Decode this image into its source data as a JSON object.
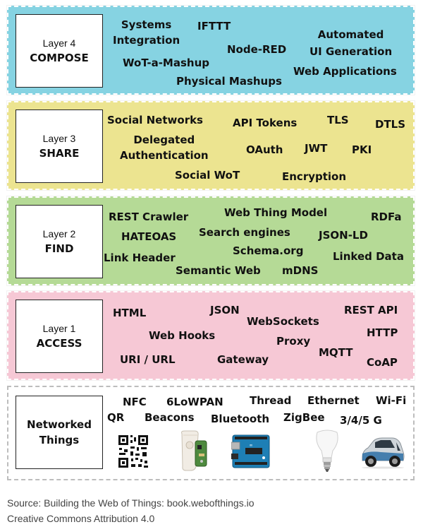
{
  "layers": [
    {
      "id": "layer4",
      "sub": "Layer 4",
      "name": "COMPOSE",
      "color": "#86d3e2",
      "terms": [
        "Systems Integration",
        "IFTTT",
        "Automated UI Generation",
        "Node-RED",
        "WoT-a-Mashup",
        "Physical Mashups",
        "Web Applications"
      ]
    },
    {
      "id": "layer3",
      "sub": "Layer 3",
      "name": "SHARE",
      "color": "#ece490",
      "terms": [
        "Social Networks",
        "API Tokens",
        "TLS",
        "DTLS",
        "Delegated Authentication",
        "OAuth",
        "JWT",
        "PKI",
        "Social WoT",
        "Encryption"
      ]
    },
    {
      "id": "layer2",
      "sub": "Layer 2",
      "name": "FIND",
      "color": "#b5da96",
      "terms": [
        "REST Crawler",
        "Web Thing Model",
        "RDFa",
        "HATEOAS",
        "Search engines",
        "JSON-LD",
        "Schema.org",
        "Link Header",
        "Linked Data",
        "Semantic Web",
        "mDNS"
      ]
    },
    {
      "id": "layer1",
      "sub": "Layer 1",
      "name": "ACCESS",
      "color": "#f6c8d5",
      "terms": [
        "HTML",
        "JSON",
        "REST API",
        "WebSockets",
        "Web Hooks",
        "HTTP",
        "Proxy",
        "MQTT",
        "URI / URL",
        "Gateway",
        "CoAP"
      ]
    }
  ],
  "things": {
    "label": "Networked Things",
    "terms": [
      "NFC",
      "6LoWPAN",
      "Thread",
      "Ethernet",
      "Wi-Fi",
      "QR",
      "Beacons",
      "Bluetooth",
      "ZigBee",
      "3/4/5 G"
    ],
    "icons": [
      "qr-code-icon",
      "beacon-icon",
      "arduino-board-icon",
      "smart-bulb-icon",
      "smart-car-icon"
    ]
  },
  "caption": {
    "line1": "Source: Building the Web of Things: book.webofthings.io",
    "line2": "Creative Commons Attribution 4.0"
  }
}
